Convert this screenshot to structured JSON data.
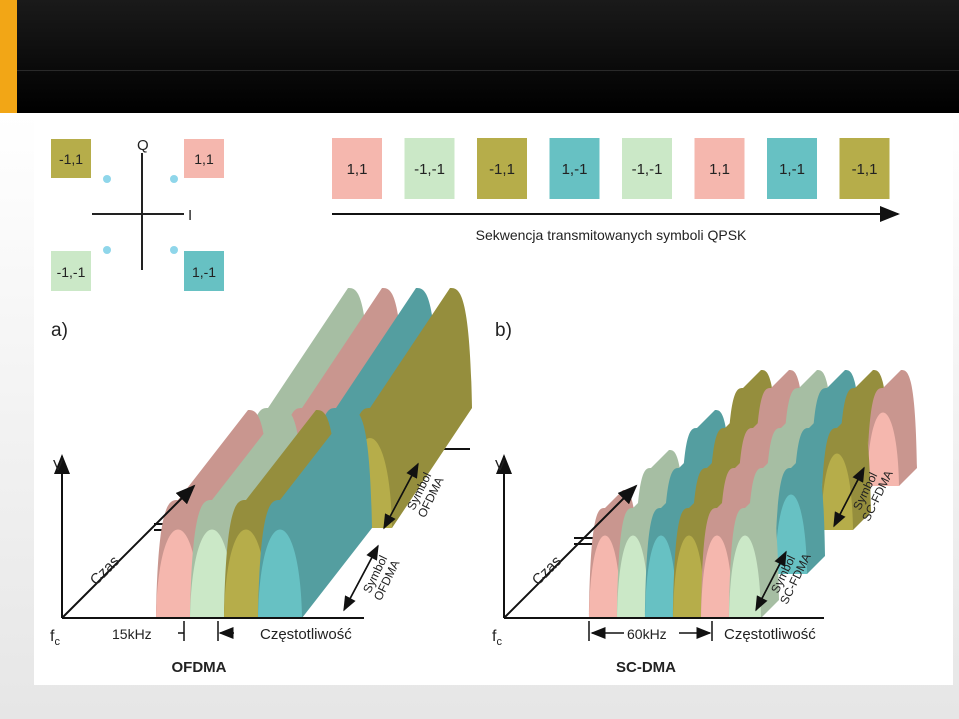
{
  "colors": {
    "accent": "#f2a616",
    "pink": "#f5b7ae",
    "lightgreen": "#cbe8c7",
    "olive": "#b6ad4a",
    "teal": "#67c1c3",
    "dot": "#8fd6ea"
  },
  "constellation": {
    "q_label": "Q",
    "i_label": "I",
    "boxes": [
      {
        "label": "-1,1",
        "color": "olive"
      },
      {
        "label": "1,1",
        "color": "pink"
      },
      {
        "label": "-1,-1",
        "color": "lightgreen"
      },
      {
        "label": "1,-1",
        "color": "teal"
      }
    ]
  },
  "sequence": {
    "symbols": [
      {
        "label": "1,1",
        "color": "pink"
      },
      {
        "label": "-1,-1",
        "color": "lightgreen"
      },
      {
        "label": "-1,1",
        "color": "olive"
      },
      {
        "label": "1,-1",
        "color": "teal"
      },
      {
        "label": "-1,-1",
        "color": "lightgreen"
      },
      {
        "label": "1,1",
        "color": "pink"
      },
      {
        "label": "1,-1",
        "color": "teal"
      },
      {
        "label": "-1,1",
        "color": "olive"
      }
    ],
    "caption": "Sekwencja transmitowanych symboli QPSK"
  },
  "panel_a": {
    "label": "a)",
    "v_axis": "V",
    "time_axis": "Czas",
    "freq_origin": "f",
    "freq_sub": "c",
    "bandwidth": "15kHz",
    "freq_axis": "Częstotliwość",
    "symbol_line1": "Symbol",
    "symbol_line2": "OFDMA",
    "title": "OFDMA"
  },
  "panel_b": {
    "label": "b)",
    "v_axis": "V",
    "time_axis": "Czas",
    "freq_origin": "f",
    "freq_sub": "c",
    "bandwidth": "60kHz",
    "freq_axis": "Częstotliwość",
    "symbol_line1": "Symbol",
    "symbol_line2": "SC-FDMA",
    "title": "SC-DMA"
  }
}
